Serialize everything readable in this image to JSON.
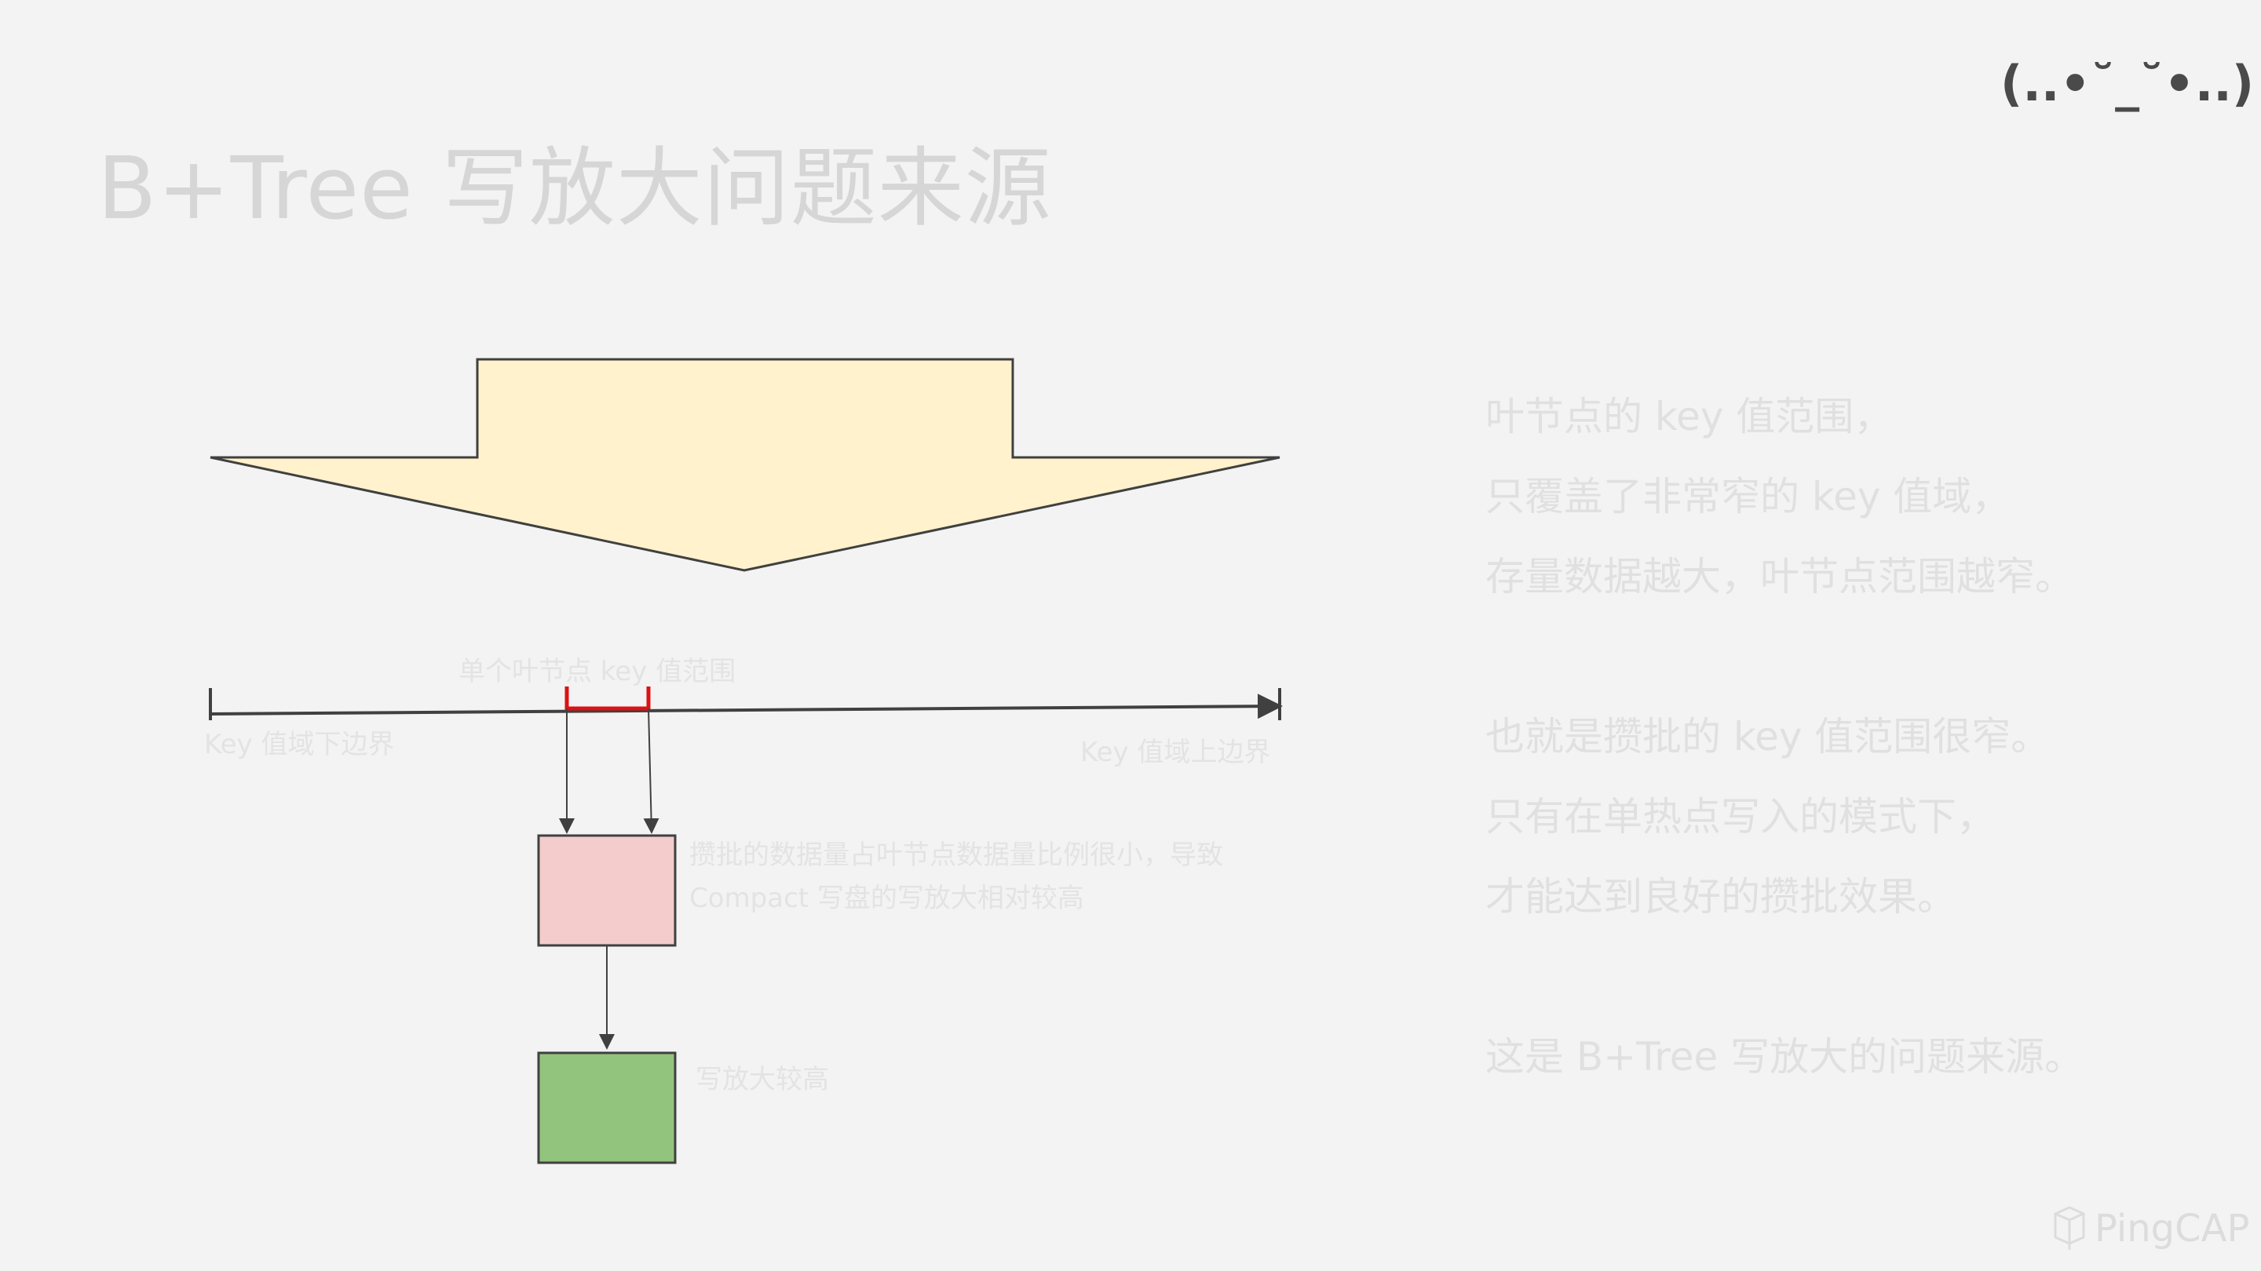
{
  "slide": {
    "title": "B+Tree 写放大问题来源",
    "face": "(..•˘_˘•..)"
  },
  "diagram": {
    "range_label": "单个叶节点 key 值范围",
    "lower_bound_label": "Key 值域下边界",
    "upper_bound_label": "Key 值域上边界",
    "pink_box_label_line1": "攒批的数据量占叶节点数据量比例很小，导致",
    "pink_box_label_line2": "Compact 写盘的写放大相对较高",
    "green_box_label": "写放大较高",
    "colors": {
      "arrow_fill": "#fff2cc",
      "pink_box": "#f4cccc",
      "green_box": "#93c47d",
      "range_bracket": "#dd1111",
      "stroke": "#404040"
    }
  },
  "explanation": {
    "paragraph1": [
      "叶节点的 key 值范围，",
      "只覆盖了非常窄的 key 值域，",
      "存量数据越大，叶节点范围越窄。"
    ],
    "paragraph2": [
      "也就是攒批的 key 值范围很窄。",
      "只有在单热点写入的模式下，",
      "才能达到良好的攒批效果。"
    ],
    "paragraph3": [
      "这是 B+Tree 写放大的问题来源。"
    ]
  },
  "footer": {
    "logo_text": "PingCAP",
    "logo_icon": "pingcap-logo-icon"
  }
}
